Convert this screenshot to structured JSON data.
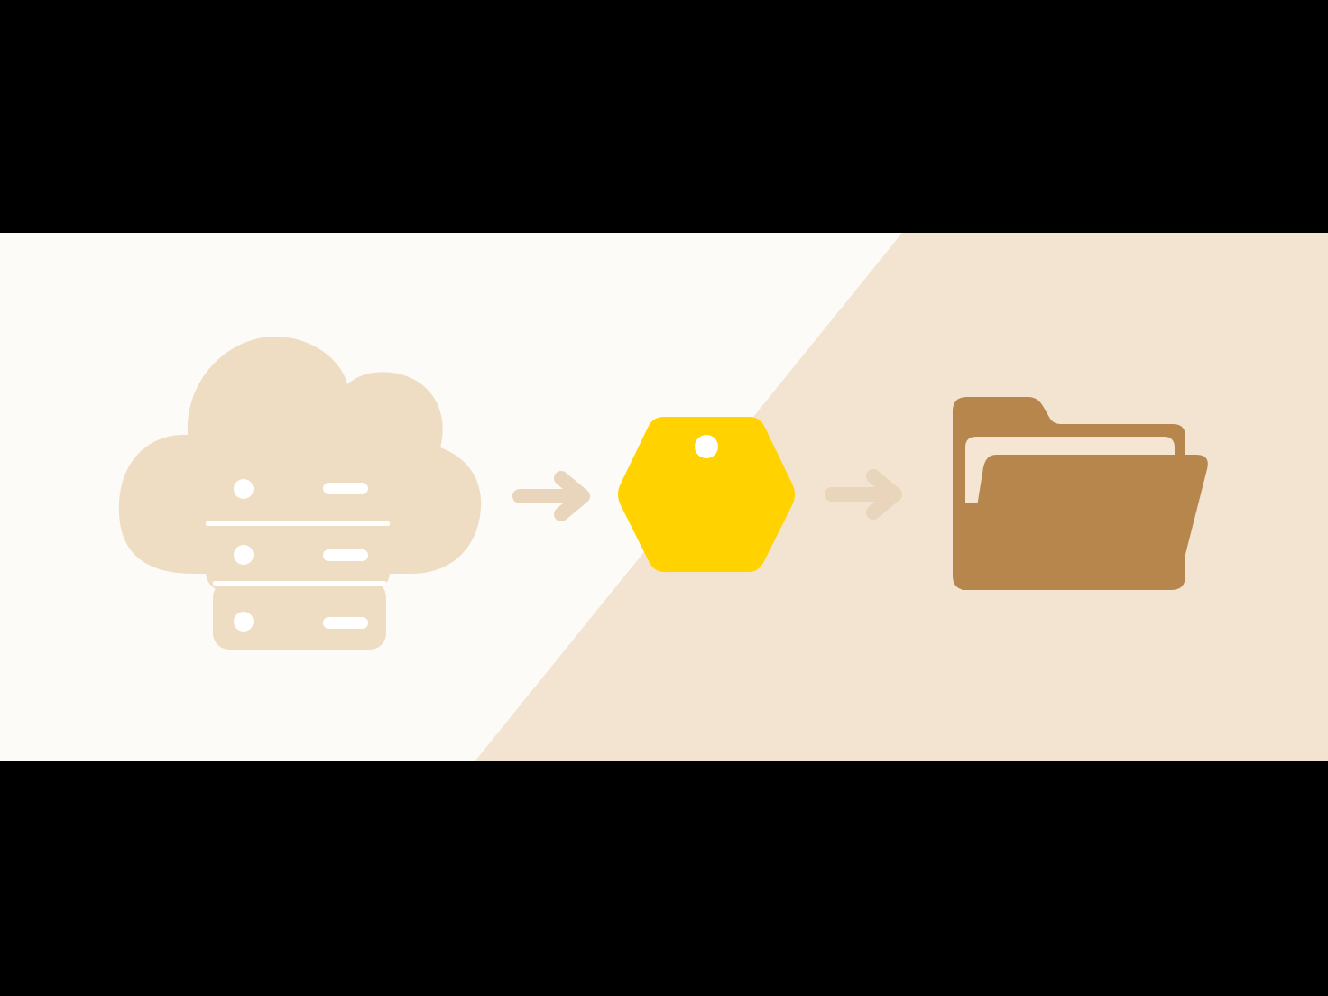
{
  "colors": {
    "letterbox": "#000000",
    "panel_left": "#FCFBF8",
    "panel_right": "#F2E4D0",
    "cloud_server": "#EFDDC3",
    "cloud_server_details": "#FFFFFF",
    "arrow": "#E8D5BC",
    "hexagon": "#FFD200",
    "hexagon_hole": "#FFFFFF",
    "folder_back": "#B7864C",
    "folder_paper": "#F4E6D2",
    "folder_front": "#B7864C"
  },
  "diagram": {
    "nodes": [
      {
        "id": "source",
        "icon": "cloud-server-icon"
      },
      {
        "id": "process",
        "icon": "hexagon-tag-icon"
      },
      {
        "id": "destination",
        "icon": "open-folder-icon"
      }
    ],
    "edges": [
      {
        "from": "source",
        "to": "process",
        "icon": "arrow-right-icon"
      },
      {
        "from": "process",
        "to": "destination",
        "icon": "arrow-right-icon"
      }
    ]
  }
}
